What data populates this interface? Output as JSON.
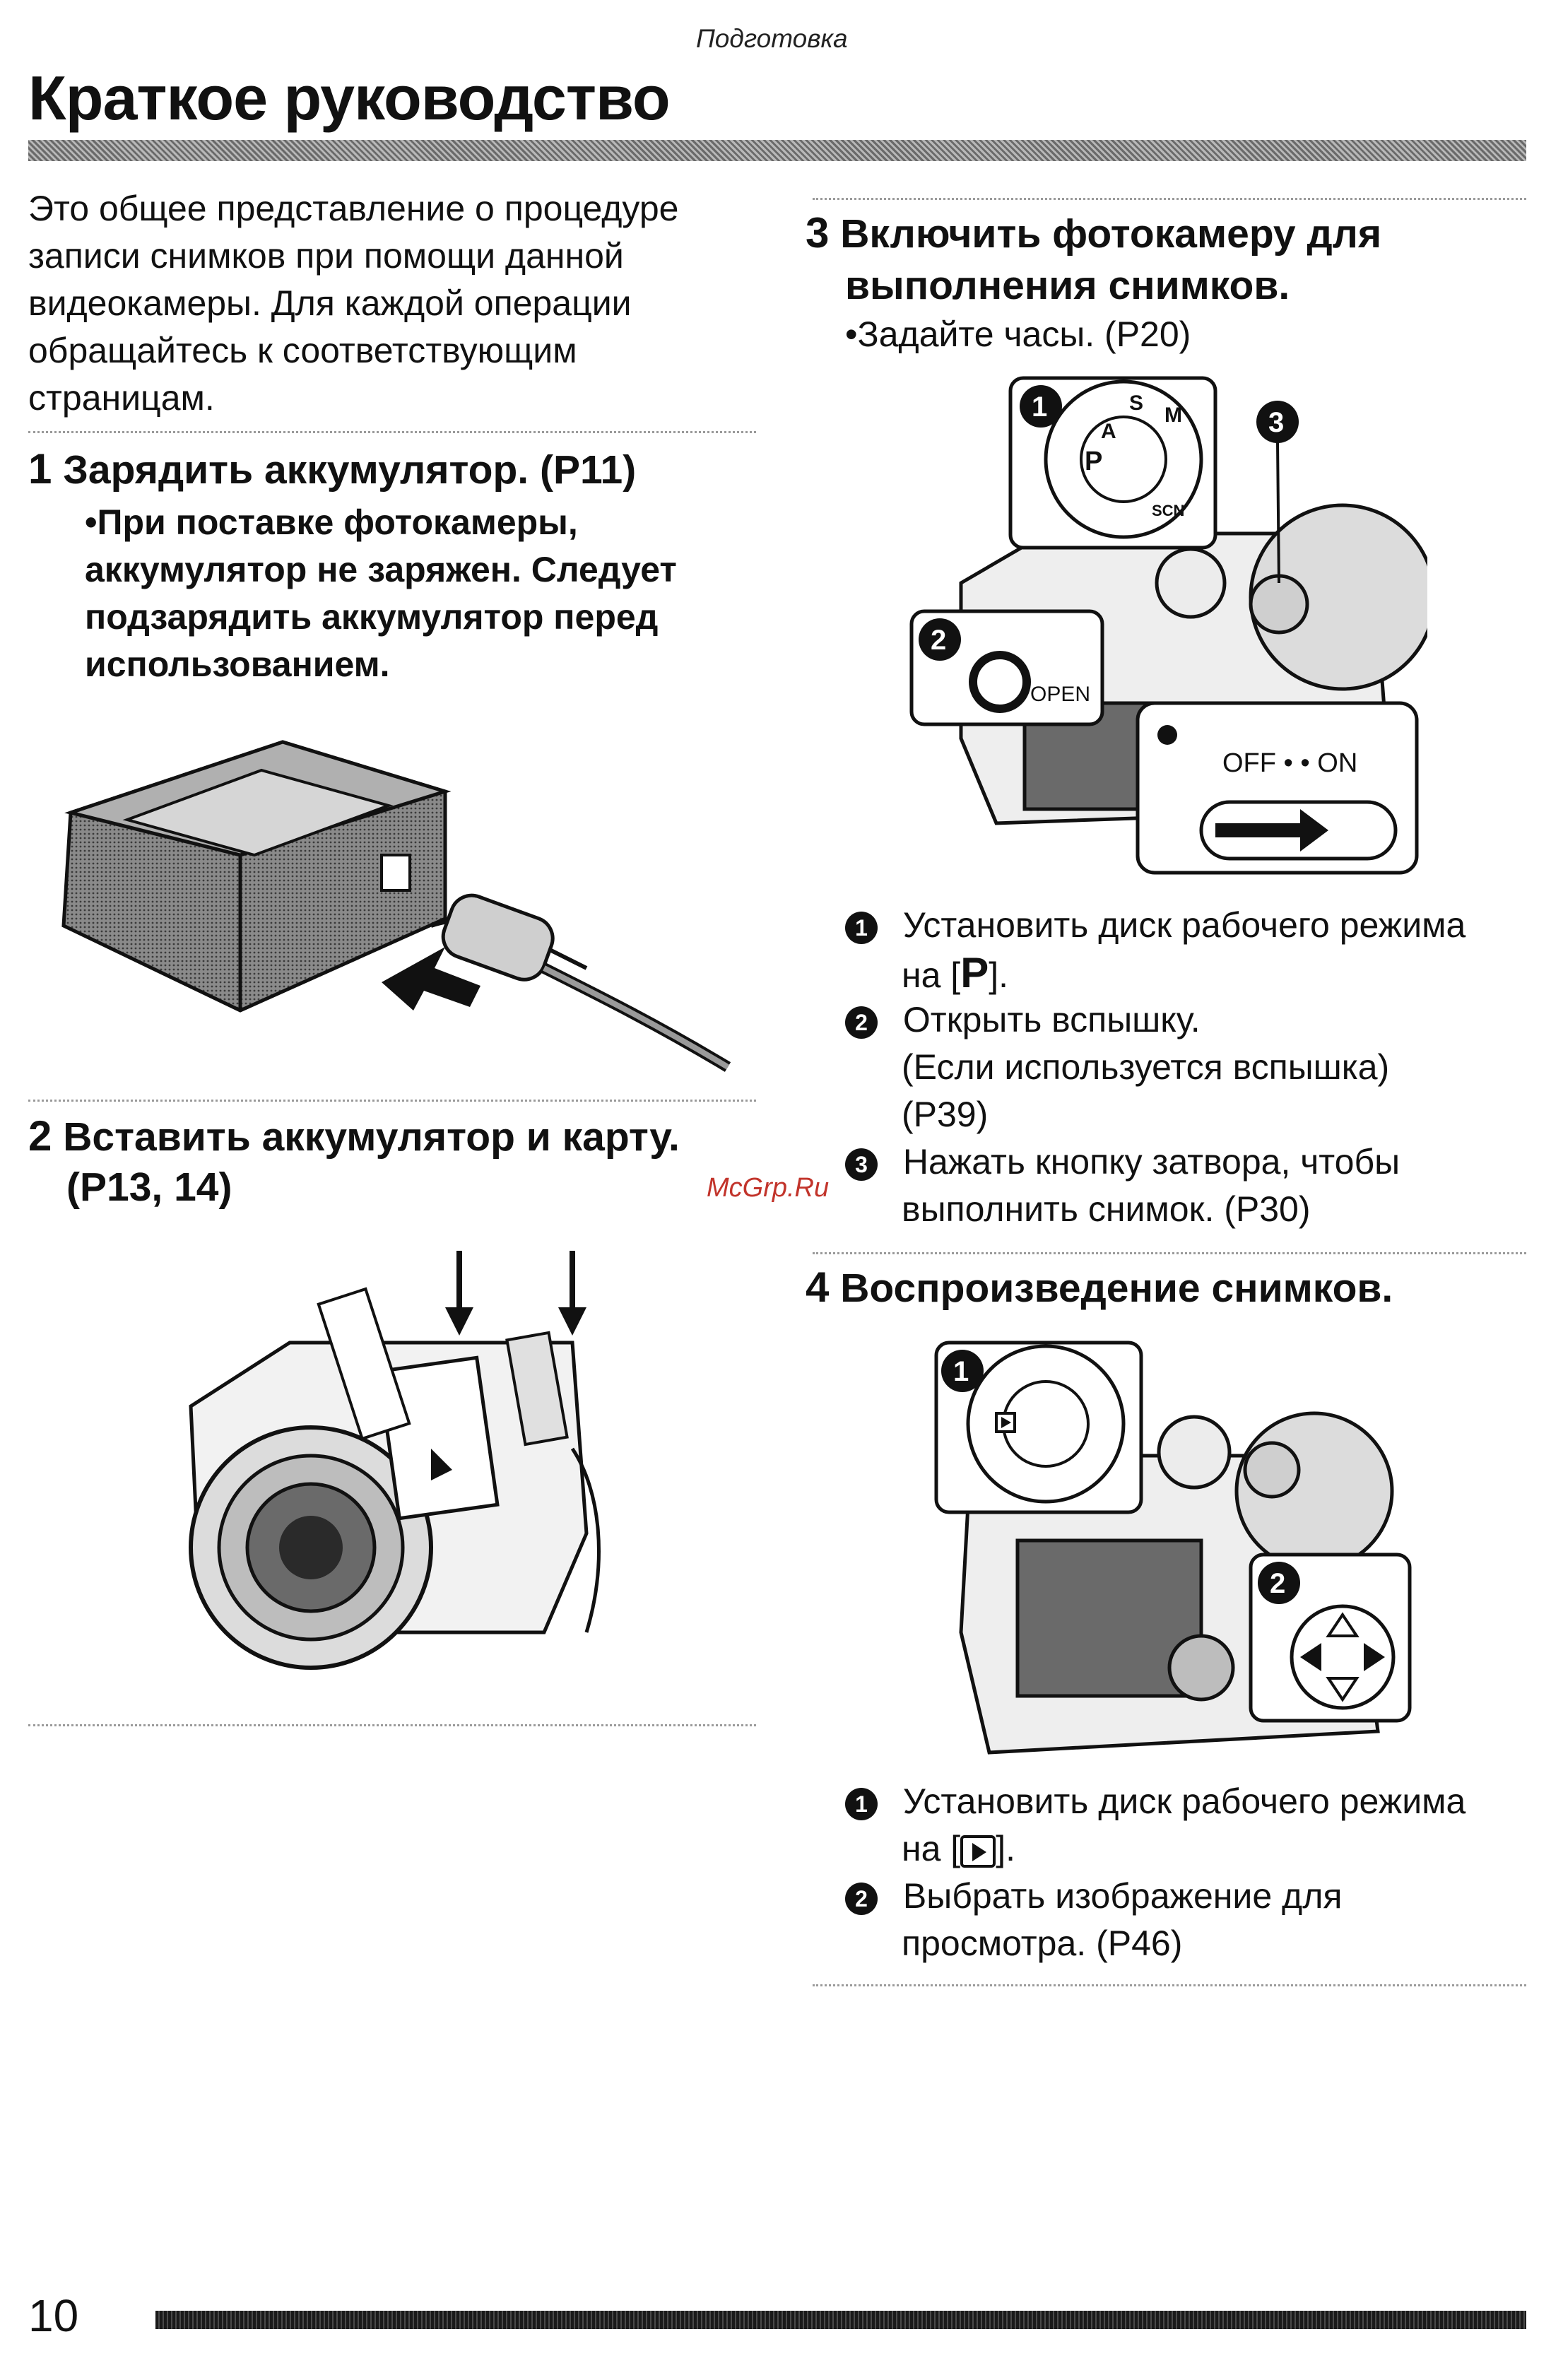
{
  "header": {
    "section_label": "Подготовка",
    "title": "Краткое руководство"
  },
  "intro": "Это общее представление о процедуре записи снимков при помощи данной видеокамеры. Для каждой операции обращайтесь к соответствующим страницам.",
  "step1": {
    "number": "1",
    "title": "Зарядить аккумулятор. (P11)",
    "bullet": "•При поставке фотокамеры, аккумулятор не заряжен. Следует подзарядить аккумулятор перед использованием."
  },
  "step2": {
    "number": "2",
    "title_line1": "Вставить аккумулятор и карту.",
    "title_line2": "(P13, 14)"
  },
  "step3": {
    "number": "3",
    "title_line1": "Включить фотокамеру для",
    "title_line2": "выполнения снимков.",
    "bullet": "•Задайте часы. (P20)",
    "callouts": [
      "1",
      "2",
      "3"
    ],
    "switch_label": "OFF • • ON",
    "flash_label": "OPEN",
    "item1_line1": "Установить диск рабочего режима",
    "item1_line2_prefix": "на [",
    "item1_symbol": "P",
    "item1_line2_suffix": "].",
    "item2_line1": "Открыть вспышку.",
    "item2_line2": "(Если используется вспышка)",
    "item2_line3": "(P39)",
    "item3_line1": "Нажать кнопку затвора, чтобы",
    "item3_line2": "выполнить снимок. (P30)"
  },
  "step4": {
    "number": "4",
    "title": "Воспроизведение снимков.",
    "callouts": [
      "1",
      "2"
    ],
    "item1_line1": "Установить диск рабочего режима",
    "item1_line2_prefix": "на [",
    "item1_line2_suffix": "].",
    "item2_line1": "Выбрать изображение для",
    "item2_line2": "просмотра. (P46)"
  },
  "watermark": "McGrp.Ru",
  "page_number": "10",
  "dial_marks": [
    "P",
    "A",
    "S",
    "M",
    "SCN"
  ]
}
